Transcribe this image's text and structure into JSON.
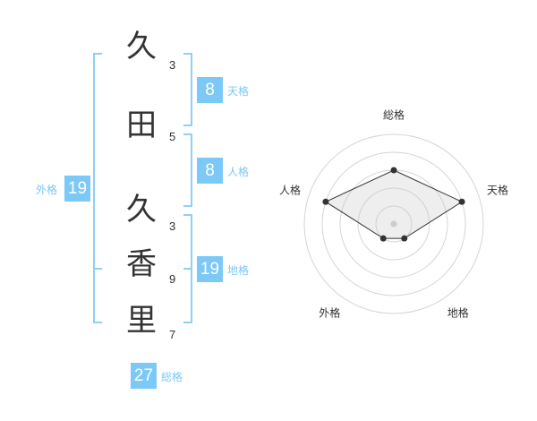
{
  "name": {
    "chars": [
      {
        "char": "久",
        "strokes": "3"
      },
      {
        "char": "田",
        "strokes": "5"
      },
      {
        "char": "久",
        "strokes": "3"
      },
      {
        "char": "香",
        "strokes": "9"
      },
      {
        "char": "里",
        "strokes": "7"
      }
    ]
  },
  "kaku": {
    "tenkaku": {
      "value": "8",
      "label": "天格"
    },
    "jinkaku": {
      "value": "8",
      "label": "人格"
    },
    "chikaku": {
      "value": "19",
      "label": "地格"
    },
    "gaikaku": {
      "value": "19",
      "label": "外格"
    },
    "soukaku": {
      "value": "27",
      "label": "総格"
    }
  },
  "colors": {
    "accent": "#7cc8f6",
    "bracket": "#8fd0f7"
  },
  "chart_data": {
    "type": "radar",
    "axes": [
      "総格",
      "天格",
      "地格",
      "外格",
      "人格"
    ],
    "values": [
      3,
      4,
      1,
      1,
      4
    ],
    "range": [
      0,
      5
    ],
    "rings": 5
  }
}
